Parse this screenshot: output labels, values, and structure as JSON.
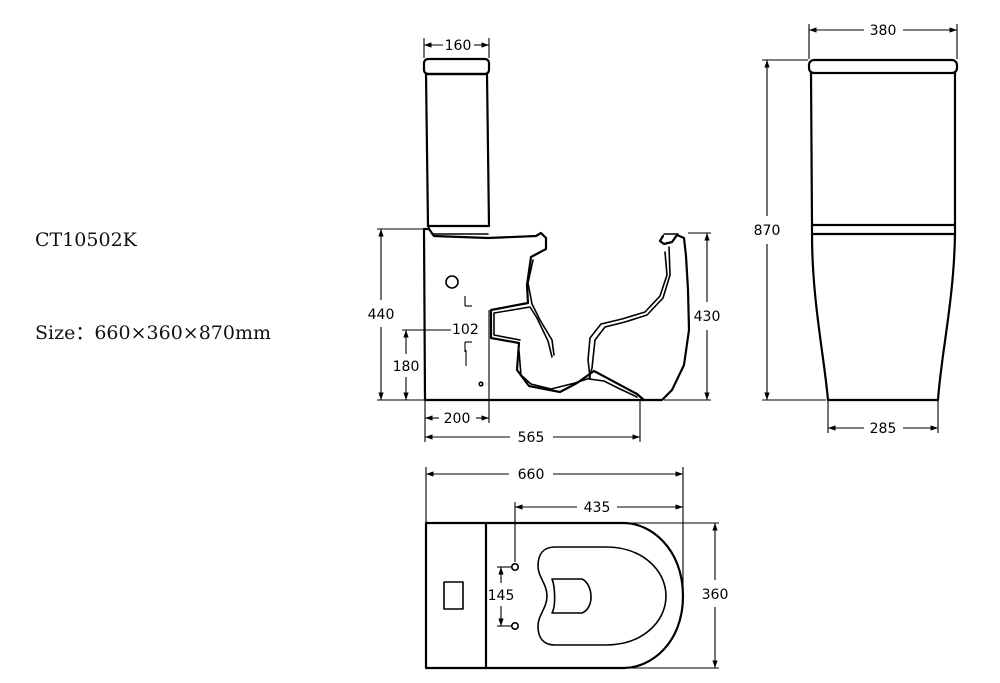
{
  "spec": {
    "model": "CT10502K",
    "size": "Size：660×360×870mm"
  },
  "dimensions": {
    "side_view": {
      "tank_depth": "160",
      "total_height": "440",
      "bowl_height": "430",
      "outlet_offset": "102",
      "outlet_height": "180",
      "rear_to_outlet": "200",
      "depth": "565"
    },
    "front_view": {
      "width": "380",
      "height": "870",
      "base_width": "285"
    },
    "top_view": {
      "length": "660",
      "fixing_to_front": "435",
      "fixing_spacing": "145",
      "width": "360"
    }
  }
}
